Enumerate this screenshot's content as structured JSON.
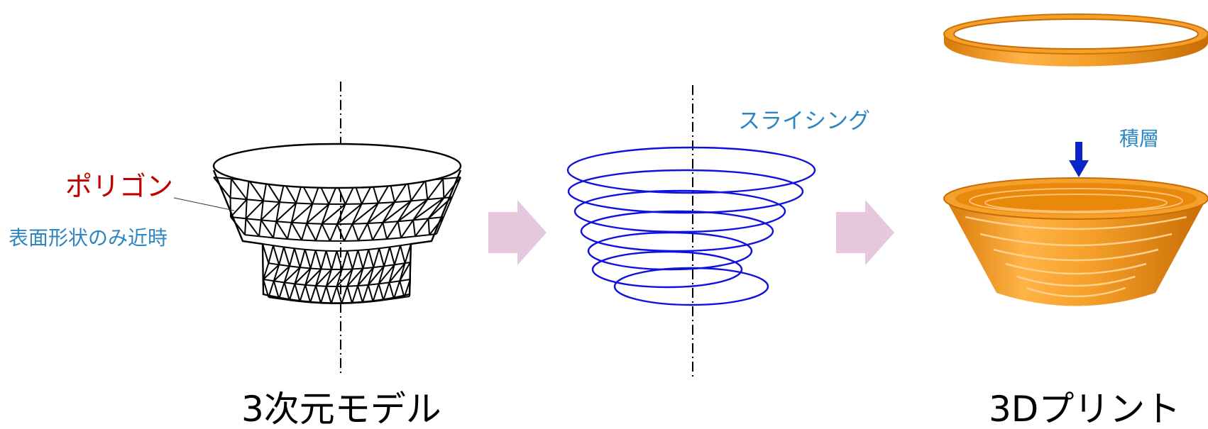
{
  "labels": {
    "polygon": "ポリゴン",
    "surface_note": "表面形状のみ近時",
    "slicing": "スライシング",
    "layering": "積層",
    "model_caption": "3次元モデル",
    "print_caption": "3Dプリント"
  },
  "colors": {
    "polygon_label": "#c00000",
    "annotation": "#2e86c1",
    "slice_rings": "#1010e0",
    "flow_arrow": "#e6c8de",
    "layer_arrow": "#0a24c8",
    "print_orange": "#f39c1f"
  },
  "icons": {
    "flow_arrow": "right-arrow-icon",
    "layer_arrow": "down-arrow-icon"
  }
}
